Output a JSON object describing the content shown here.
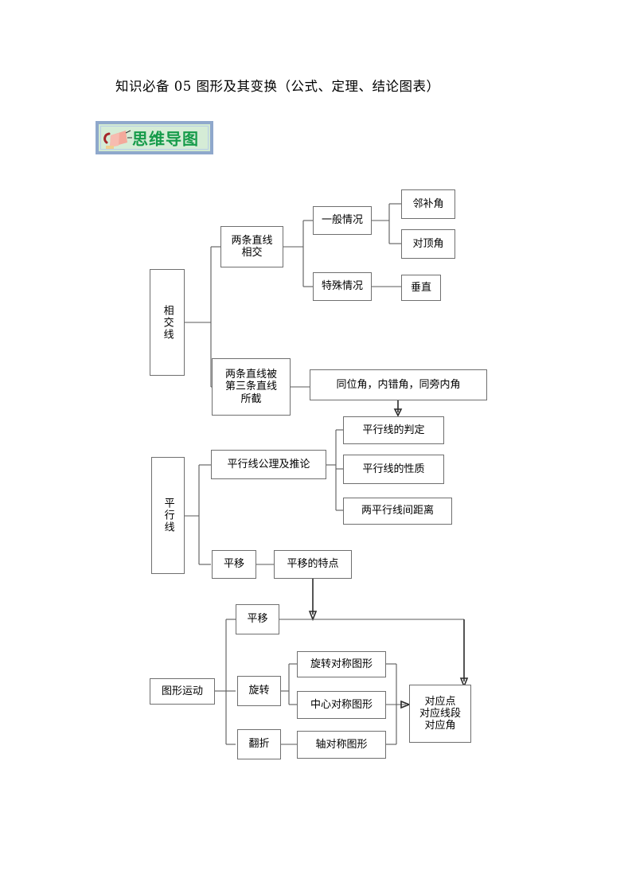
{
  "document": {
    "title": "知识必备 05 图形及其变换（公式、定理、结论图表）"
  },
  "badge": {
    "label": "思维导图",
    "icon": "megaphone-icon",
    "border_color": "#8fa8cc",
    "fill_color": "#d5ecd6",
    "text_color": "#169b4a"
  },
  "mindmap": {
    "sections": [
      {
        "root": "相交线",
        "nodes": {
          "two_lines_intersect": "两条直线\n相交",
          "general_case": "一般情况",
          "adjacent_supplementary": "邻补角",
          "vertical_angles": "对顶角",
          "special_case": "特殊情况",
          "perpendicular": "垂直",
          "cut_by_third_line": "两条直线被\n第三条直线\n所截",
          "angle_types": "同位角，内错角，同旁内角"
        }
      },
      {
        "root": "平行线",
        "nodes": {
          "axiom_and_corollary": "平行线公理及推论",
          "determination": "平行线的判定",
          "properties": "平行线的性质",
          "distance_between": "两平行线间距离",
          "translation": "平移",
          "translation_features": "平移的特点"
        }
      },
      {
        "root": "图形运动",
        "nodes": {
          "translation": "平移",
          "rotation": "旋转",
          "folding": "翻折",
          "rotational_symmetry": "旋转对称图形",
          "central_symmetry": "中心对称图形",
          "axial_symmetry": "轴对称图形",
          "correspondences": "对应点\n对应线段\n对应角"
        }
      }
    ]
  }
}
